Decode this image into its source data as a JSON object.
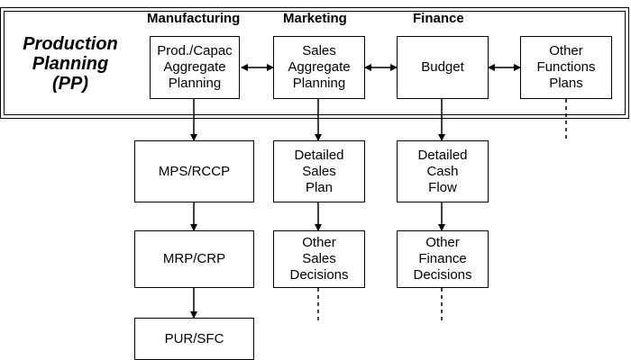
{
  "planning_area": {
    "label": "Production\nPlanning\n(PP)"
  },
  "columns": {
    "manufacturing": "Manufacturing",
    "marketing": "Marketing",
    "finance": "Finance"
  },
  "boxes": {
    "prod_capac": "Prod./Capac\nAggregate\nPlanning",
    "sales_agg": "Sales\nAggregate\nPlanning",
    "budget": "Budget",
    "other_functions": "Other\nFunctions\nPlans",
    "mps_rccp": "MPS/RCCP",
    "mrp_crp": "MRP/CRP",
    "pur_sfc": "PUR/SFC",
    "detailed_sales": "Detailed\nSales\nPlan",
    "other_sales": "Other\nSales\nDecisions",
    "detailed_cash": "Detailed\nCash\nFlow",
    "other_finance": "Other\nFinance\nDecisions"
  }
}
